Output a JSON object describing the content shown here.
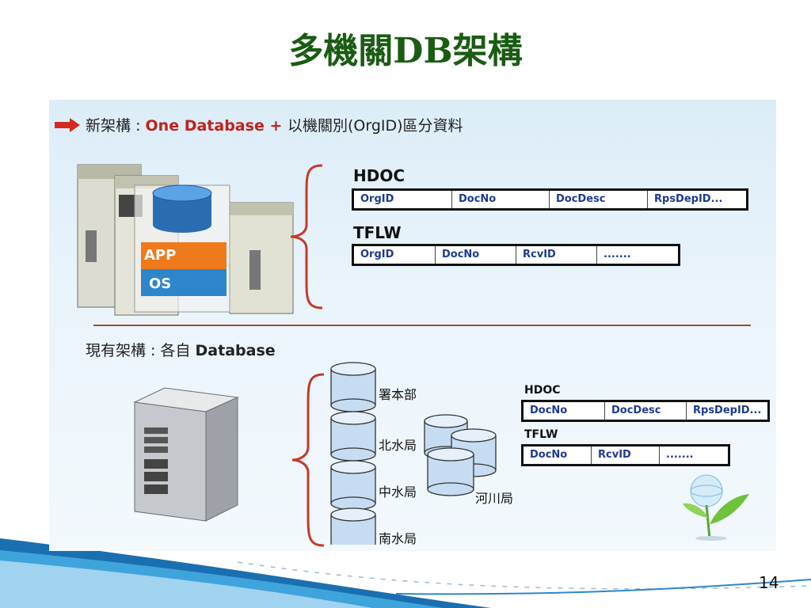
{
  "slide": {
    "title": "多機關DB架構",
    "page_number": "14"
  },
  "new_arch": {
    "heading_prefix": "新架構 : ",
    "heading_accent": "One Database + ",
    "heading_suffix": "以機關別(OrgID)區分資料",
    "server_labels": {
      "app": "APP",
      "os": "OS"
    },
    "tables": [
      {
        "name": "HDOC",
        "columns": [
          "OrgID",
          "DocNo",
          "DocDesc",
          "RpsDepID..."
        ]
      },
      {
        "name": "TFLW",
        "columns": [
          "OrgID",
          "DocNo",
          "RcvID",
          "......."
        ]
      }
    ]
  },
  "current_arch": {
    "heading_prefix": "現有架構 : 各自 ",
    "heading_bold": "Database",
    "databases": [
      "署本部",
      "北水局",
      "中水局",
      "南水局",
      "河川局"
    ],
    "tables": [
      {
        "name": "HDOC",
        "columns": [
          "DocNo",
          "DocDesc",
          "RpsDepID..."
        ]
      },
      {
        "name": "TFLW",
        "columns": [
          "DocNo",
          "RcvID",
          "......."
        ]
      }
    ]
  },
  "colors": {
    "title": "#1a5c12",
    "accent": "#c0221c",
    "table_text": "#1d3b8f",
    "cylinder": "#c6dcf2"
  }
}
